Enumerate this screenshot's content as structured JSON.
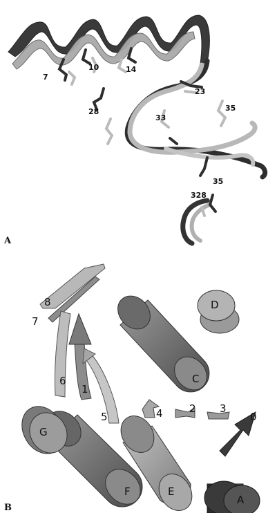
{
  "panels": {
    "a": {
      "label": "A",
      "residues": [
        "7",
        "10",
        "14",
        "23",
        "28",
        "33",
        "35",
        "35",
        "328"
      ]
    },
    "b": {
      "label": "B",
      "strands": [
        "8",
        "7",
        "6",
        "1",
        "5",
        "4",
        "2",
        "3",
        "0"
      ],
      "helices": [
        "D",
        "C",
        "G",
        "F",
        "E",
        "A"
      ]
    }
  }
}
